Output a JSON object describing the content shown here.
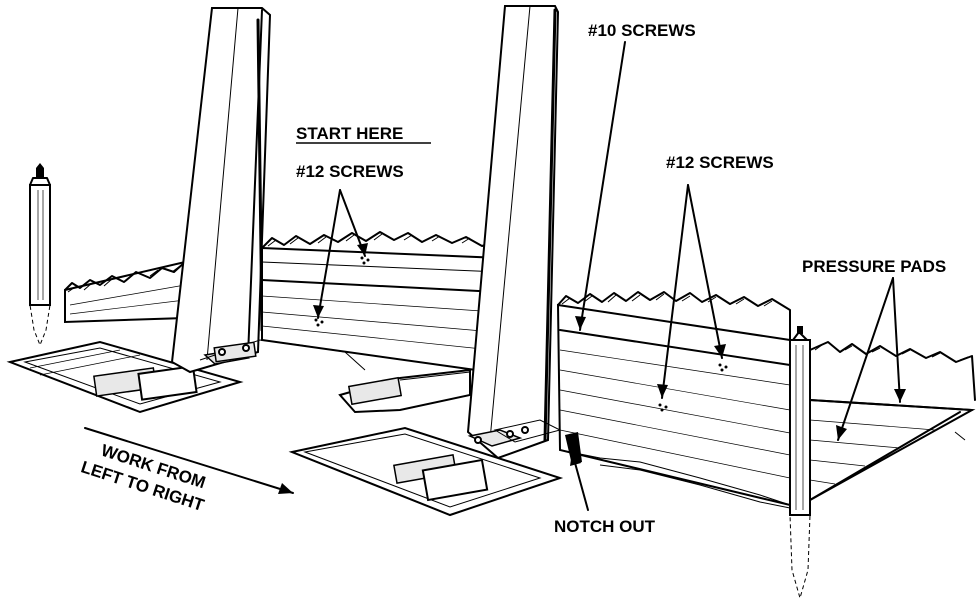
{
  "labels": {
    "start_here": "START HERE",
    "screws_12_left": "#12 SCREWS",
    "screws_10": "#10 SCREWS",
    "screws_12_right": "#12 SCREWS",
    "pressure_pads": "PRESSURE PADS",
    "notch_out": "NOTCH OUT",
    "work_line1": "WORK FROM",
    "work_line2": "LEFT TO RIGHT"
  },
  "colors": {
    "ink": "#000000",
    "paper": "#ffffff"
  }
}
